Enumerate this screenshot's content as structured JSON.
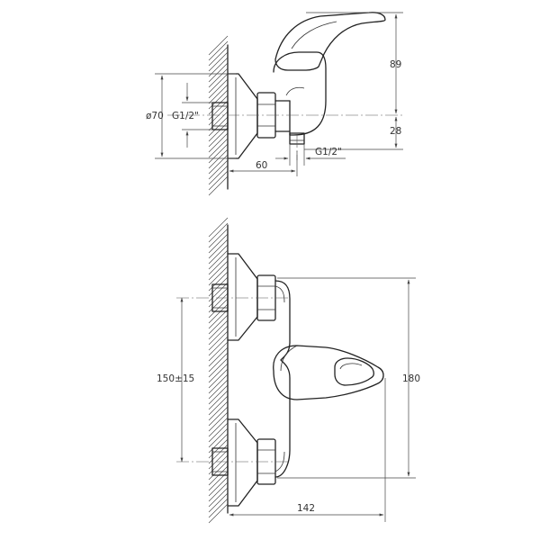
{
  "top_view": {
    "dim_height_upper": "89",
    "dim_height_lower": "28",
    "dim_diameter": "ø70",
    "dim_thread_inlet": "G1/2\"",
    "dim_depth": "60",
    "dim_thread_outlet": "G1/2\""
  },
  "front_view": {
    "dim_center_distance": "150±15",
    "dim_height": "180",
    "dim_width": "142"
  }
}
